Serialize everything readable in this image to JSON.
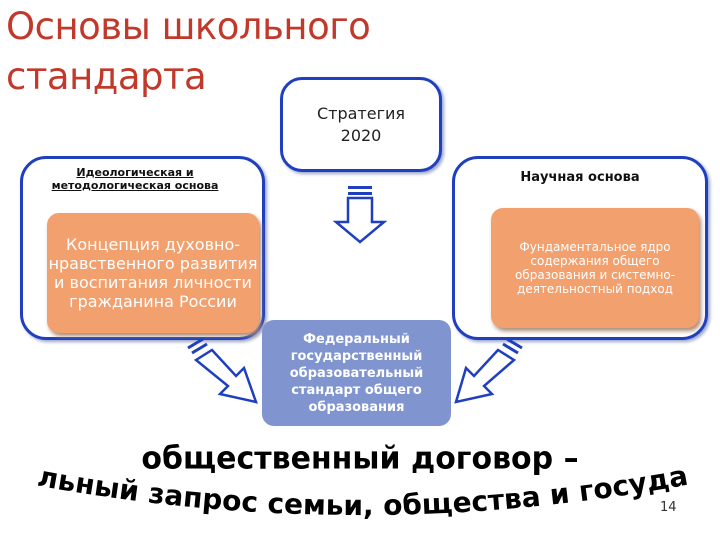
{
  "title": {
    "line1": "Основы школьного",
    "line2": "стандарта"
  },
  "strategy": {
    "line1": "Стратегия",
    "line2": "2020"
  },
  "left_block": {
    "label": "Идеологическая и методологическая основа",
    "content": "Концепция духовно-нравственного развития и воспитания личности гражданина России"
  },
  "right_block": {
    "label": "Научная основа",
    "content": "Фундаментальное ядро содержания общего образования и системно-деятельностный подход"
  },
  "standard": {
    "text": "Федеральный государственный образовательный стандарт общего образования"
  },
  "slogan": {
    "line1": "общественный договор –",
    "line2": "социальный запрос семьи, общества и государства"
  },
  "page_number": "14",
  "colors": {
    "title": "#c0392b",
    "frame_border": "#1f3fbf",
    "orange_box": "#f2a06e",
    "standard_box": "#8095cf"
  }
}
